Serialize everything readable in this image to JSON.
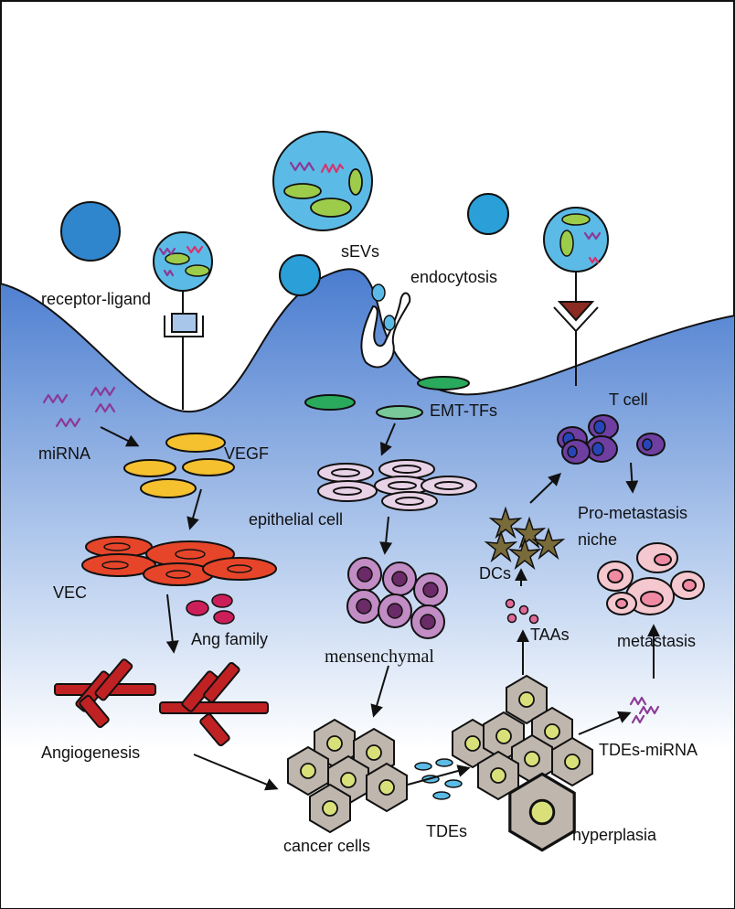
{
  "labels": {
    "sevs": "sEVs",
    "endocytosis": "endocytosis",
    "receptor_ligand": "receptor-ligand",
    "mirna": "miRNA",
    "vegf": "VEGF",
    "vec": "VEC",
    "ang_family": "Ang family",
    "angiogenesis": "Angiogenesis",
    "emt_tfs": "EMT-TFs",
    "epithelial_cell": "epithelial cell",
    "mensenchymal": "mensenchymal",
    "cancer_cells": "cancer cells",
    "tdes": "TDEs",
    "hyperplasia": "hyperplasia",
    "t_cell": "T cell",
    "pro_metastasis_1": "Pro-metastasis",
    "pro_metastasis_2": "niche",
    "dcs": "DCs",
    "taas": "TAAs",
    "metastasis": "metastasis",
    "tdes_mirna": "TDEs-miRNA"
  },
  "colors": {
    "cytoplasm_top": "#4f7fd0",
    "cytoplasm_bottom": "#ffffff",
    "vesicle_blue": "#2a9fd8",
    "vesicle_light": "#5bbbe6",
    "green_cargo": "#9ccc4a",
    "mirna_purple": "#8b3a96",
    "mirna_pink": "#d8326f",
    "vegf_yellow": "#f5c12f",
    "vec_red": "#e6452a",
    "ang_magenta": "#cc1f5a",
    "vessel_red": "#c02224",
    "emt_green": "#2aaa5c",
    "epithelial_pink": "#e8d2e6",
    "mesenchymal_purple": "#c28cc5",
    "cancer_gray": "#bfb6ae",
    "nucleus_yellow": "#d9e07a",
    "tcell_purple": "#6e3fa0",
    "dc_olive": "#7a6b3a",
    "taa_pink": "#e26a9a",
    "metastasis_pink": "#f2a8b8",
    "receptor_brown": "#8b2a22"
  }
}
